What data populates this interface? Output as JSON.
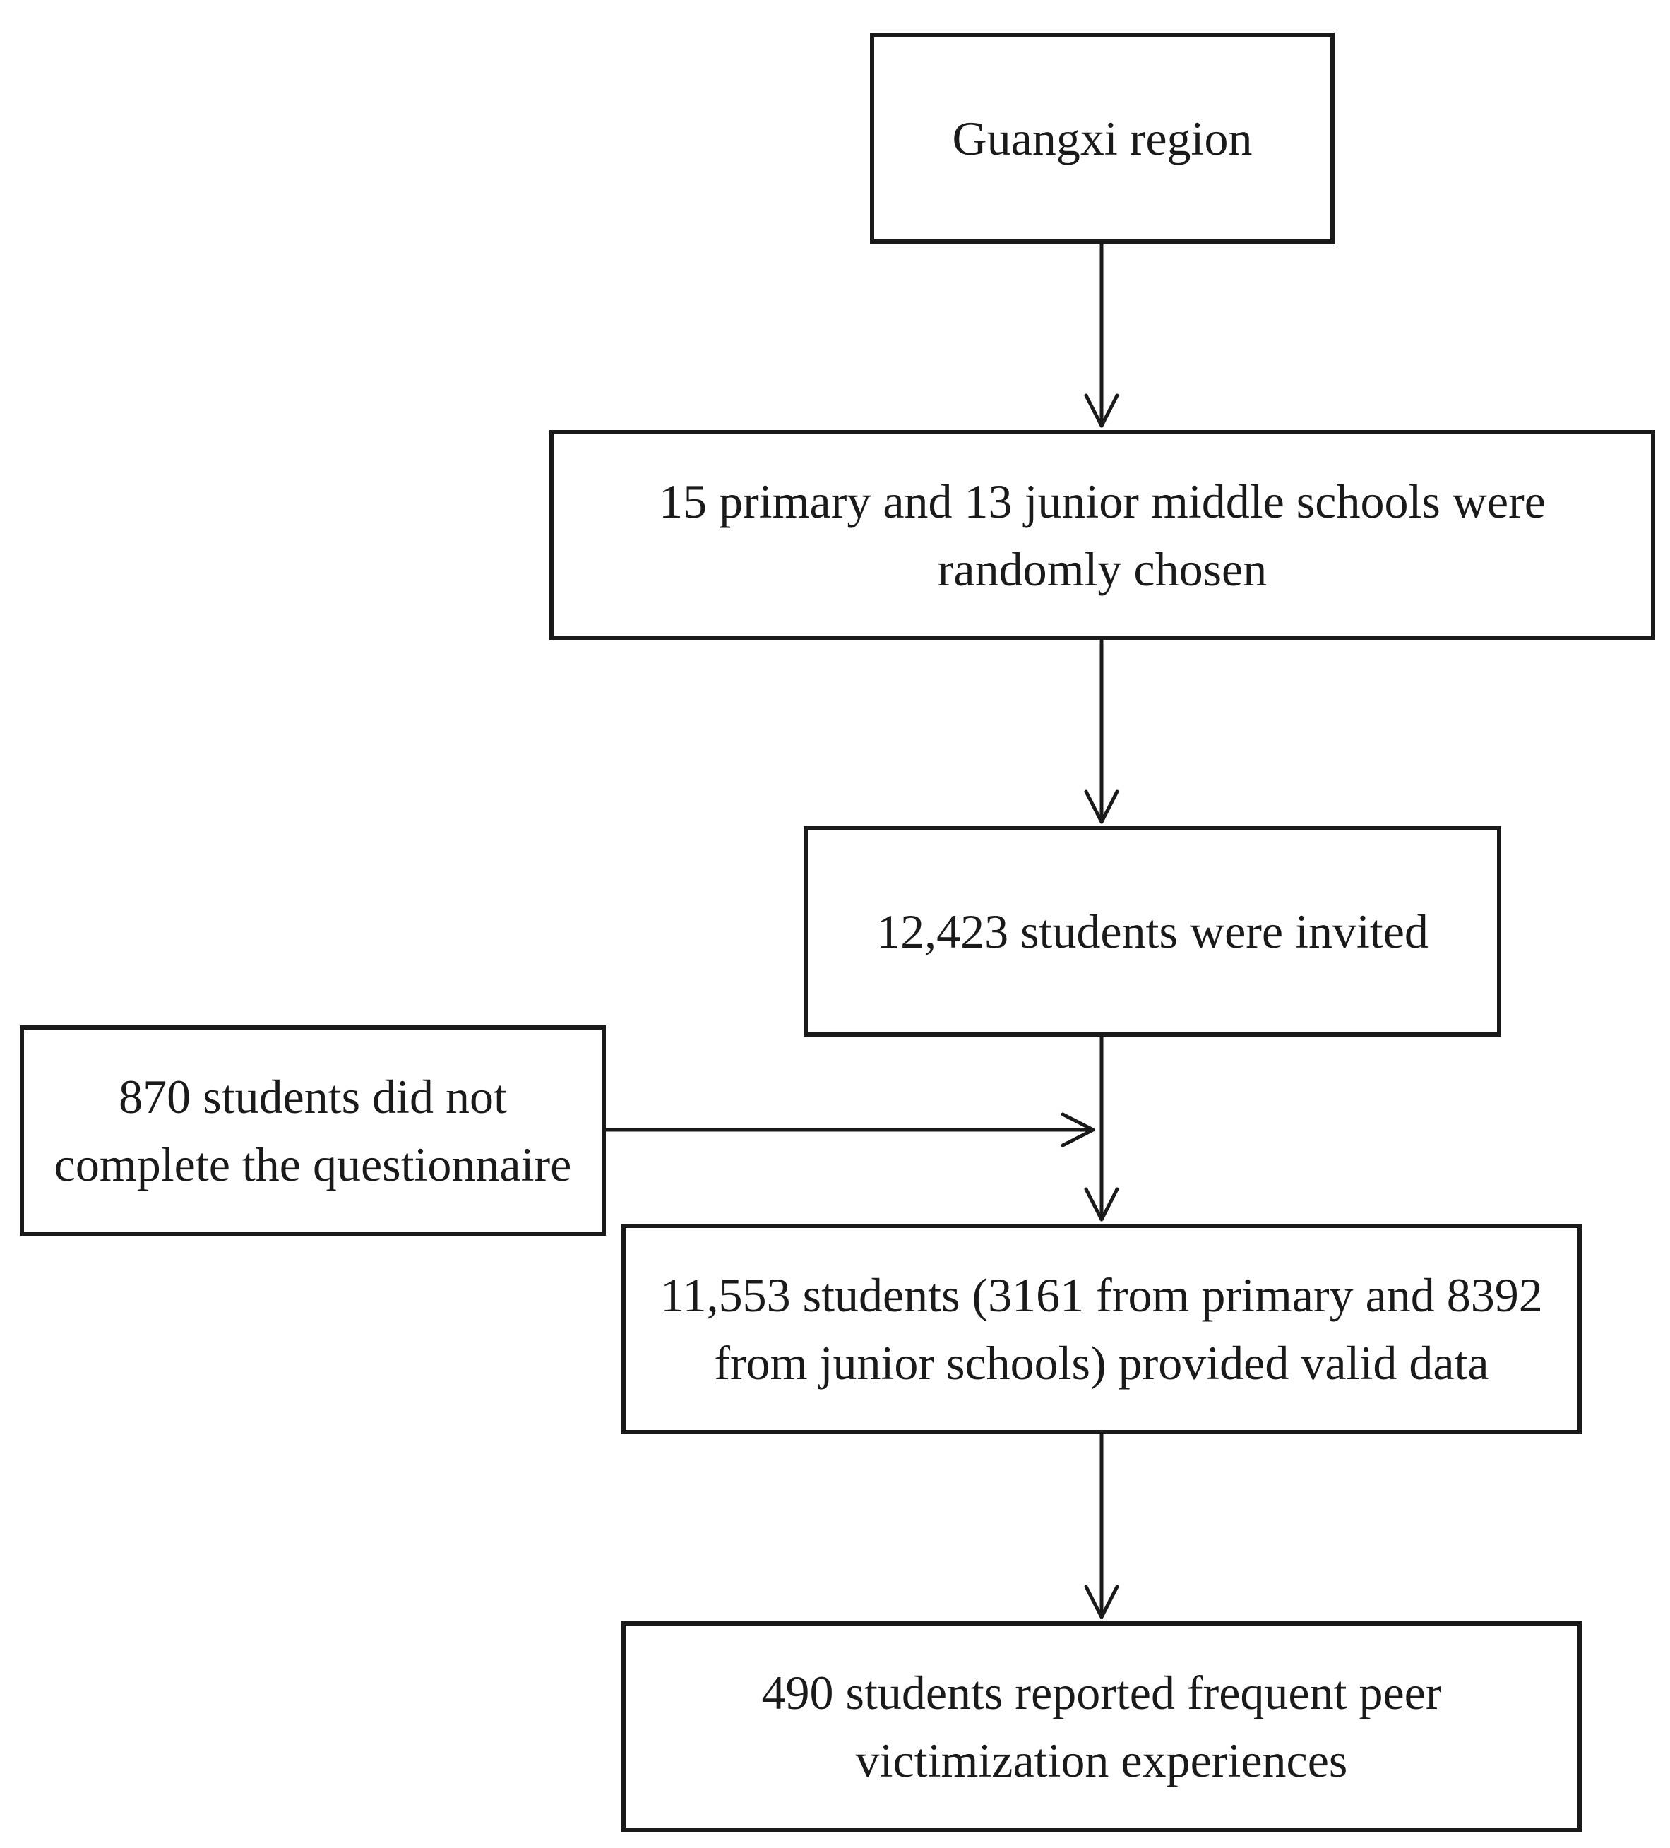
{
  "flowchart": {
    "boxes": {
      "region": {
        "label": "Guangxi region"
      },
      "schools": {
        "label": "15 primary and 13 junior middle schools were randomly chosen"
      },
      "invited": {
        "label": "12,423 students were invited"
      },
      "excluded": {
        "label": "870 students did not complete the questionnaire"
      },
      "valid": {
        "label": "11,553 students (3161 from primary and 8392 from junior schools) provided valid data"
      },
      "victimized": {
        "label": "490 students reported frequent peer victimization experiences"
      }
    },
    "colors": {
      "line": "#1a1a1a",
      "background": "#ffffff"
    }
  }
}
